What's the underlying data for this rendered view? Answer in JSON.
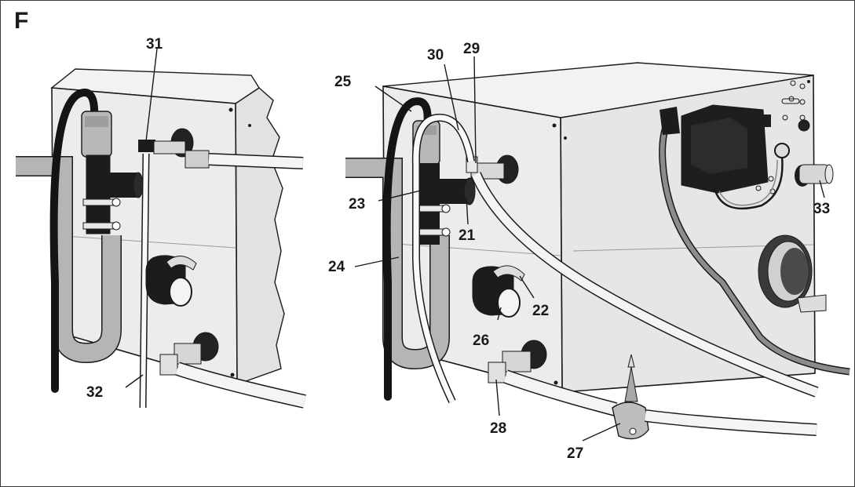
{
  "figure_letter": "F",
  "callouts": {
    "c21": "21",
    "c22": "22",
    "c23": "23",
    "c24": "24",
    "c25": "25",
    "c26": "26",
    "c27": "27",
    "c28": "28",
    "c29": "29",
    "c30": "30",
    "c31": "31",
    "c32": "32",
    "c33": "33"
  },
  "colors": {
    "outline": "#1a1a1a",
    "panel": "#ececec",
    "panel_side": "#e2e2e2",
    "hose_dark": "#141414",
    "hose_grey": "#b5b5b5",
    "hose_light": "#f4f4f4"
  }
}
